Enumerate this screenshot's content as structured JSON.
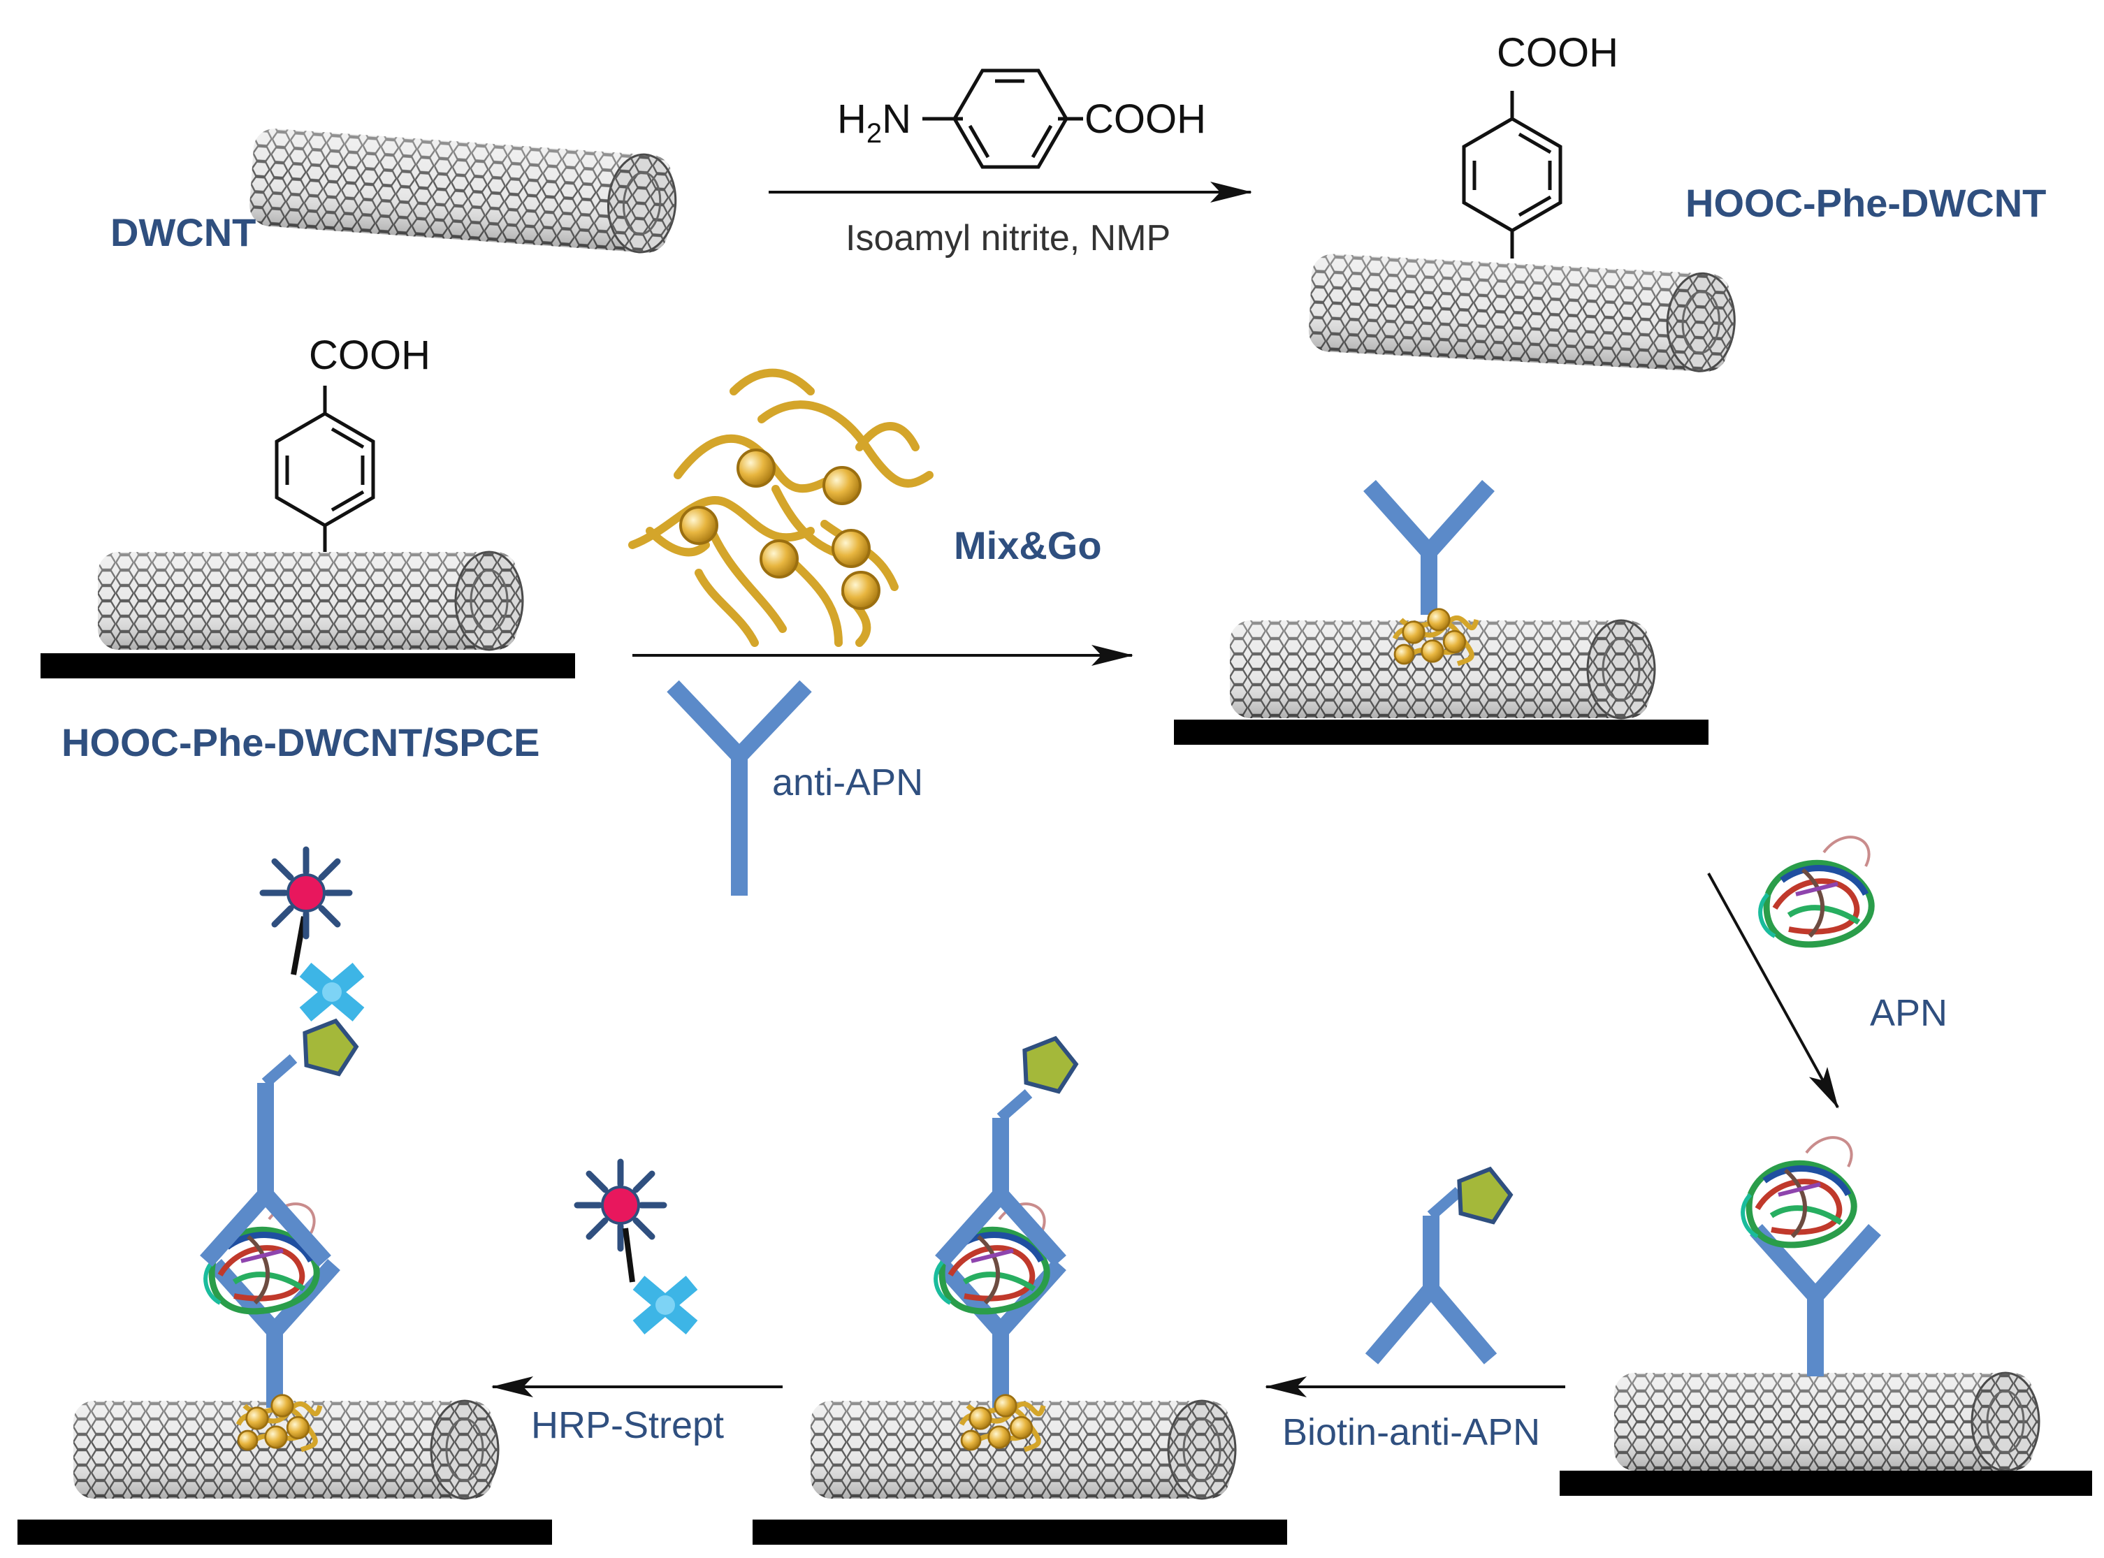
{
  "labels": {
    "dwcnt": "DWCNT",
    "hooc_phe_dwcnt": "HOOC-Phe-DWCNT",
    "hooc_phe_dwcnt_spce": "HOOC-Phe-DWCNT/SPCE",
    "mixgo": "Mix&Go",
    "anti_apn": "anti-APN",
    "apn": "APN",
    "biotin_anti_apn": "Biotin-anti-APN",
    "hrp_strept": "HRP-Strept"
  },
  "reagent": {
    "h2n_h": "H",
    "h2n_sub": "2",
    "h2n_n": "N",
    "cooh_right": "COOH",
    "conditions": "Isoamyl nitrite, NMP"
  },
  "cooh": {
    "top": "COOH",
    "left": "COOH"
  },
  "colors": {
    "antibody": "#5b8ac9",
    "gold": "#d4a52a",
    "biotin": "#a4b83a",
    "strept": "#3db5e6",
    "hrp_core": "#e8175d",
    "hrp_petal": "#2f4f7f",
    "nanotube": "#707070",
    "electrode": "#000000",
    "label_blue": "#2f4f7f"
  }
}
